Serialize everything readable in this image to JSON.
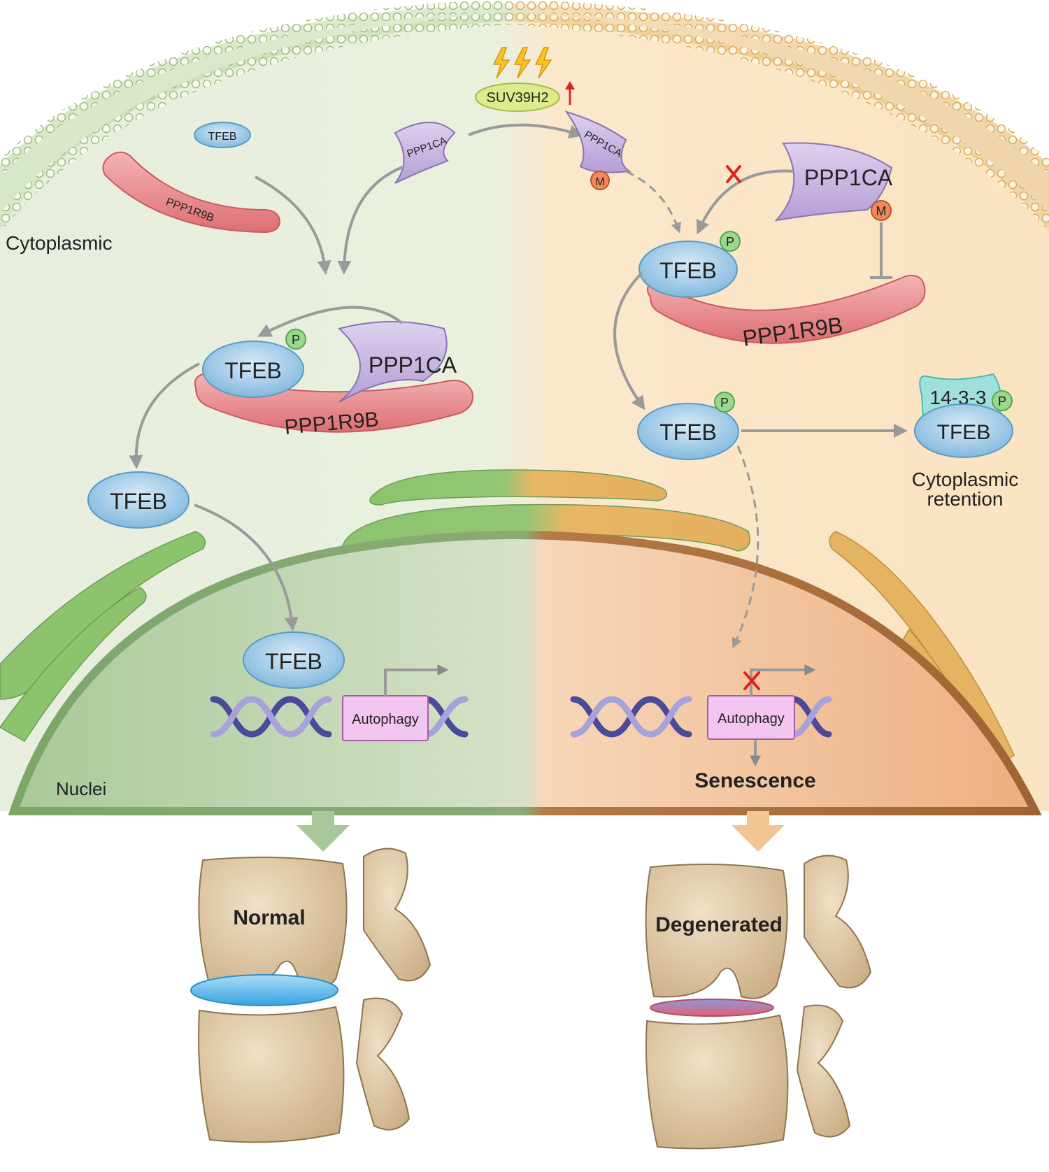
{
  "labels": {
    "cytoplasmic": "Cytoplasmic",
    "nuclei": "Nuclei",
    "suv": "SUV39H2",
    "tfeb": "TFEB",
    "ppp1ca": "PPP1CA",
    "ppp1r9b": "PPP1R9B",
    "p": "P",
    "m": "M",
    "x1433": "14-3-3",
    "retention_1": "Cytoplasmic",
    "retention_2": "retention",
    "autophagy": "Autophagy",
    "senescence": "Senescence",
    "normal": "Normal",
    "degenerated": "Degenerated"
  },
  "colors": {
    "normal_bg": "#e8f0df",
    "degenerated_bg": "#fbe6c8",
    "membrane_green": "#a9cc8a",
    "membrane_orange": "#e2b467",
    "tfeb_blue": "#9cc8e6",
    "ppp1ca_purple": "#c7b5e1",
    "ppp1r9b_red": "#e57f83",
    "phospho_green": "#9ad98d",
    "methyl_orange": "#ef8a5a",
    "bone": "#d9c3a1",
    "disc_normal": "#4fb0e6",
    "disc_degenerated": "#e35d73"
  }
}
